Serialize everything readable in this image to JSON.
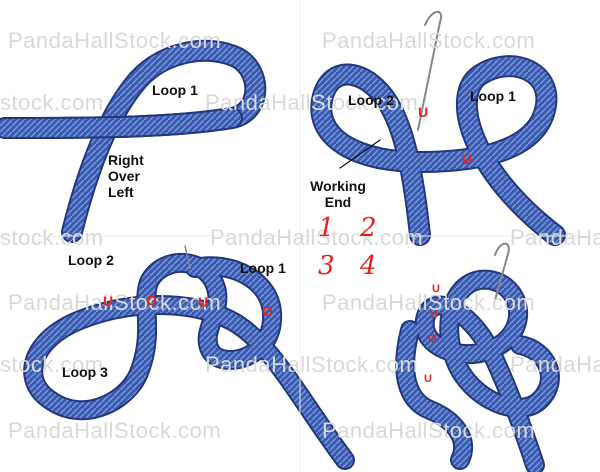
{
  "watermark": {
    "text": "PandaHallStock.com",
    "partial_left": "stock.com",
    "partial_right": "PandaHa"
  },
  "labels": {
    "loop_1": "Loop 1",
    "loop_2": "Loop 2",
    "loop_3": "Loop 3",
    "right": "Right",
    "over": "Over",
    "left": "Left",
    "working": "Working",
    "end": "End"
  },
  "steps": [
    "1",
    "2",
    "3",
    "4"
  ],
  "markers": {
    "under": "U",
    "over": "O"
  },
  "colors": {
    "cord": "#3a5cb0",
    "cord_dark": "#22387a",
    "cord_light": "#6f8fd8",
    "marker": "#e8211c",
    "watermark": "#d9d9d9"
  }
}
